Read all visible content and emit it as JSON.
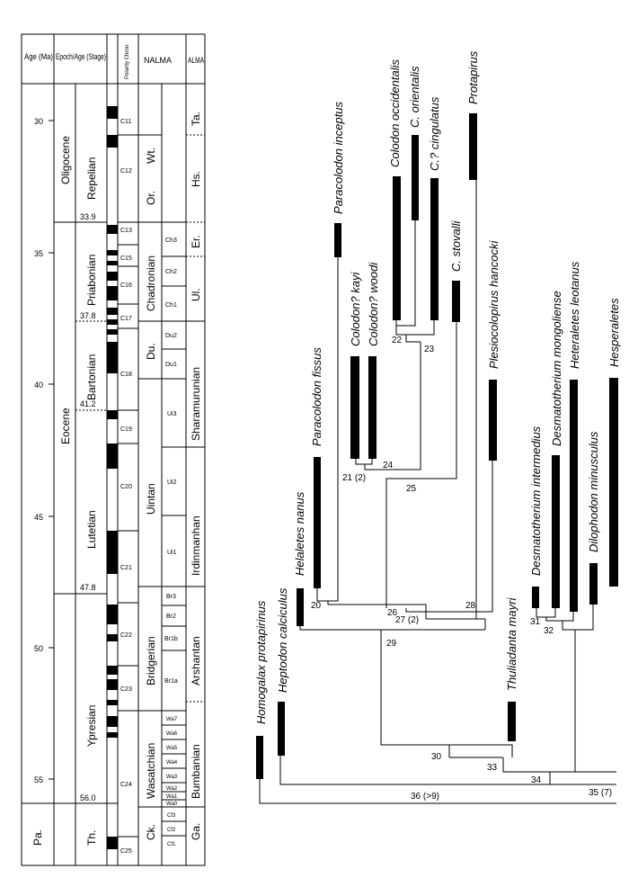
{
  "headers": {
    "age": "Age (Ma)",
    "epoch_stage": "Epoch/Age (Stage)",
    "polarity_chron": "Polarity Chron",
    "nalma": "NALMA",
    "alma": "ALMA"
  },
  "age_ticks": [
    "30",
    "35",
    "40",
    "45",
    "50",
    "55"
  ],
  "epochs": [
    "Oligocene",
    "Eocene",
    "Pa.",
    "Th."
  ],
  "stages": [
    "Repelian",
    "Priabonian",
    "Bartonian",
    "Lutetian",
    "Ypresian"
  ],
  "boundary_ages": [
    "33.9",
    "37.8",
    "41.2",
    "47.8",
    "56.0"
  ],
  "chrons": [
    "C11",
    "C12",
    "C13",
    "C15",
    "C16",
    "C17",
    "C18",
    "C19",
    "C20",
    "C21",
    "C22",
    "C23",
    "C24",
    "C25"
  ],
  "nalma": {
    "main": [
      "Wt.",
      "Or.",
      "Chadronian",
      "Du.",
      "Uintan",
      "Bridgerian",
      "Wasatchian",
      "Ck."
    ],
    "sub": [
      "Ch3",
      "Ch2",
      "Ch1",
      "Du2",
      "Du1",
      "Ui3",
      "Ui2",
      "Ui1",
      "Br3",
      "Br2",
      "Br1b",
      "Br1a",
      "Wa7",
      "Wa6",
      "Wa5",
      "Wa4",
      "Wa3",
      "Wa2",
      "Wa1",
      "Wa0",
      "Cf3",
      "Cf2",
      "Cf1"
    ]
  },
  "alma": [
    "Ta.",
    "Hs.",
    "Er.",
    "Ul.",
    "Sharamurunian",
    "Irdinmanhan",
    "Arshantan",
    "Bumbanian",
    "Ga."
  ],
  "taxa": [
    "Homogalax protapirinus",
    "Heptodon calciculus",
    "Helaletes nanus",
    "Paracolodon fissus",
    "Paracolodon inceptus",
    "Colodon? kayi",
    "Colodon? woodi",
    "Colodon occidentalis",
    "C. orientalis",
    "C.? cingulatus",
    "C. stovalli",
    "Protapirus",
    "Plesiocolopirus hancocki",
    "Thuliadanta mayri",
    "Desmatotherium intermedius",
    "Desmatotherium mongoliense",
    "Heteraletes leotanus",
    "Dilophodon minusculus",
    "Hesperaletes"
  ],
  "nodes": [
    "20",
    "21 (2)",
    "22",
    "23",
    "24",
    "25",
    "26",
    "27 (2)",
    "28",
    "29",
    "30",
    "31",
    "32",
    "33",
    "34",
    "35 (7)",
    "36 (>9)"
  ]
}
